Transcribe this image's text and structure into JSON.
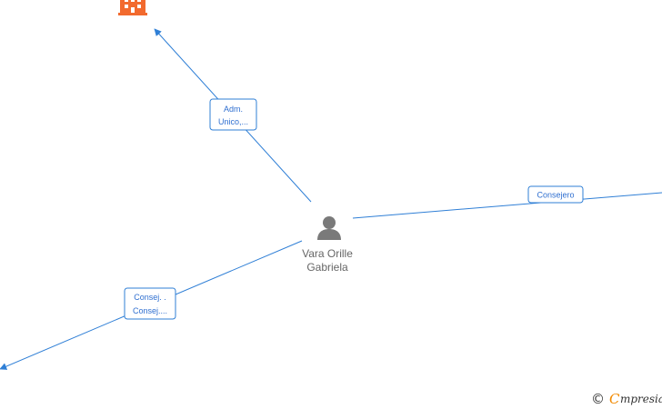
{
  "colors": {
    "edge": "#2f7fd6",
    "label_border": "#2f7fd6",
    "label_text": "#2f6fd0",
    "person_icon": "#7a7a7a",
    "company_icon": "#f26a2e",
    "brand_accent": "#f28a00"
  },
  "center_node": {
    "icon": "person-icon",
    "name_line1": "Vara Orille",
    "name_line2": "Gabriela"
  },
  "edges": [
    {
      "label_line1": "Adm.",
      "label_line2": "Unico,..."
    },
    {
      "label_line1": "Consejero",
      "label_line2": ""
    },
    {
      "label_line1": "Consej. .",
      "label_line2": "Consej...."
    }
  ],
  "company_node": {
    "icon": "building-icon"
  },
  "footer": {
    "copyright_symbol": "©",
    "brand_initial": "C",
    "brand_rest": "mpresia"
  }
}
